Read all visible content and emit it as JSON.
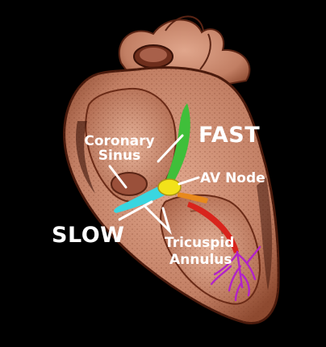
{
  "labels": {
    "coronary_sinus_line1": "Coronary",
    "coronary_sinus_line2": "Sinus",
    "fast": "FAST",
    "av_node": "AV Node",
    "slow": "SLOW",
    "tricuspid_line1": "Tricuspid",
    "tricuspid_line2": "Annulus"
  },
  "colors": {
    "background": "#000000",
    "heart_tissue": "#c98a70",
    "heart_shadow": "#7a3a24",
    "fast_pathway": "#3fbf3a",
    "slow_pathway": "#39d6e0",
    "av_node": "#f2e21a",
    "his_bundle": "#e8891c",
    "bundle_branch": "#d8241c",
    "purkinje": "#b322c8",
    "label_text": "#ffffff"
  }
}
